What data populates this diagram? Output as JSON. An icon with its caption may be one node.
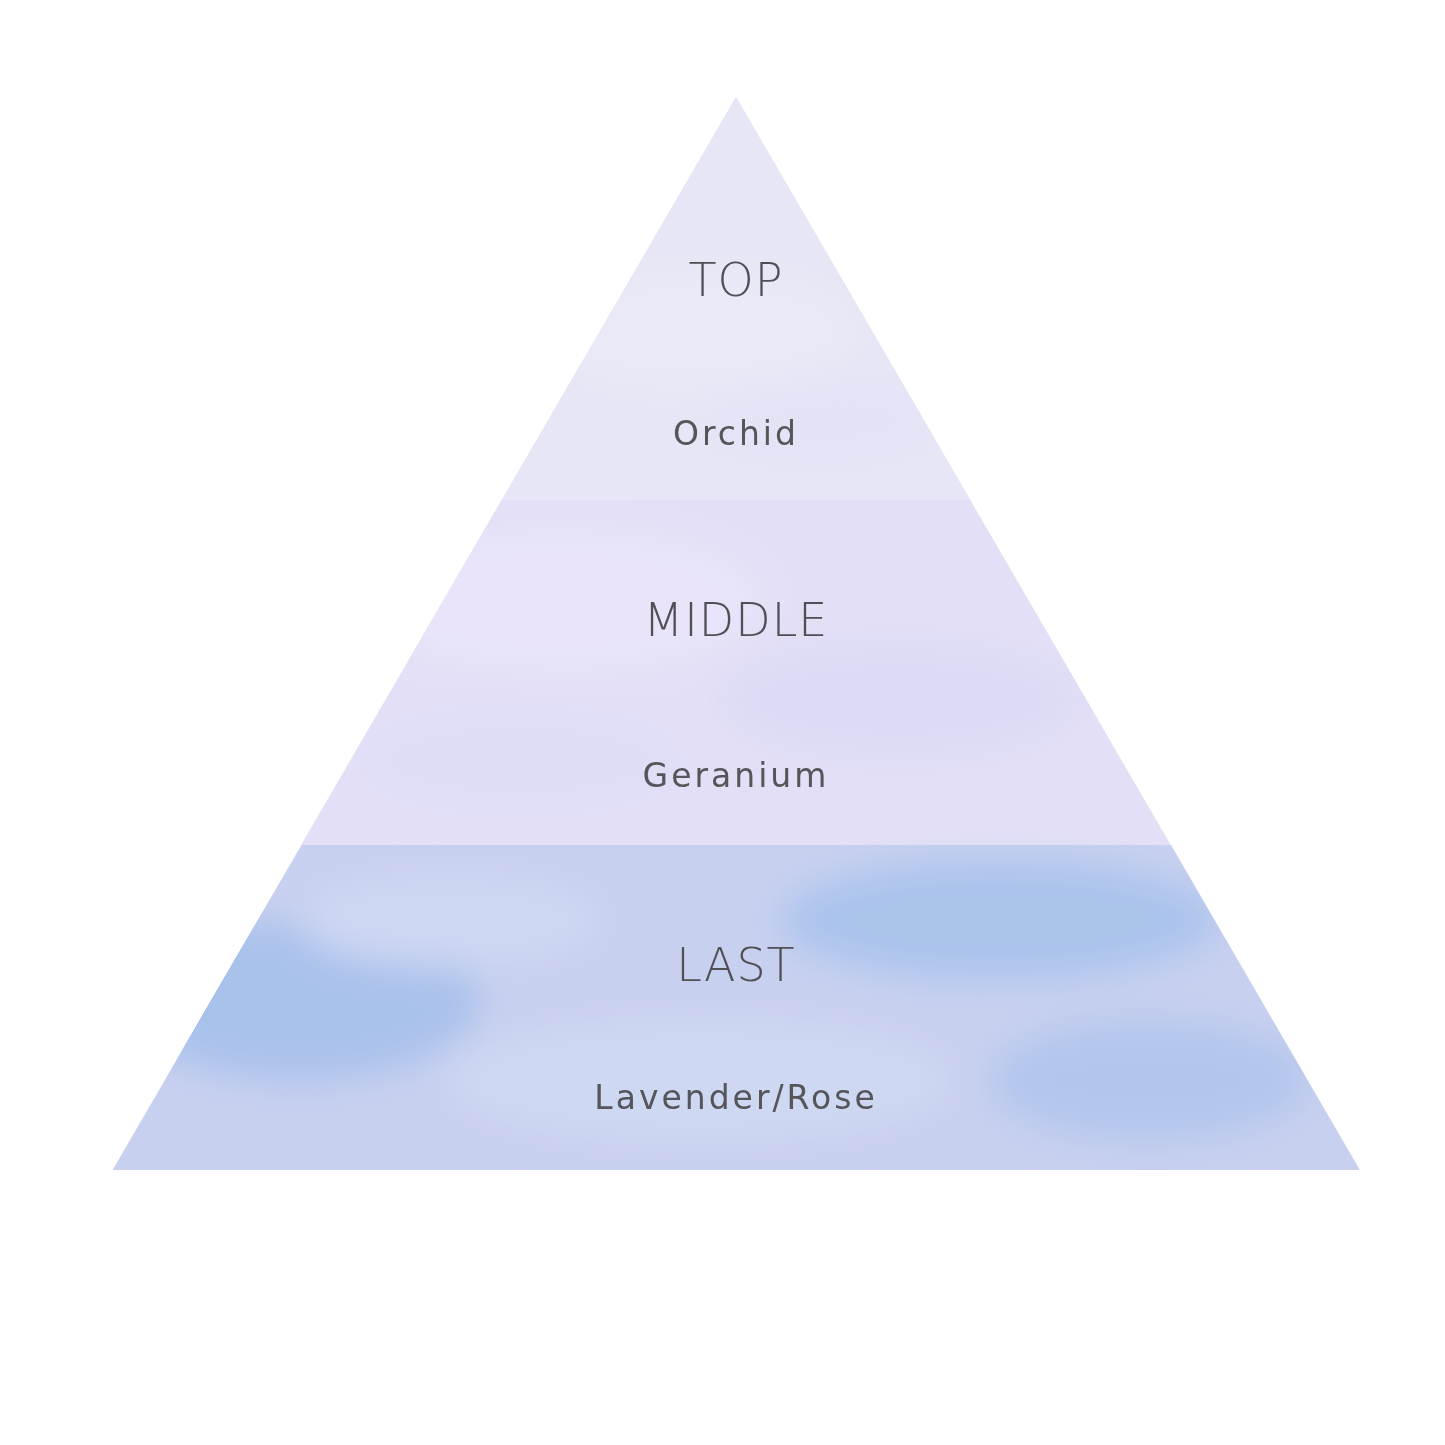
{
  "diagram": {
    "nodes": [
      {
        "text": [
          "TOP",
          "Orchid"
        ]
      },
      {
        "text": [
          "MIDDLE",
          "Geranium"
        ]
      },
      {
        "text": [
          "LAST",
          "Lavender/Rose"
        ]
      }
    ]
  }
}
